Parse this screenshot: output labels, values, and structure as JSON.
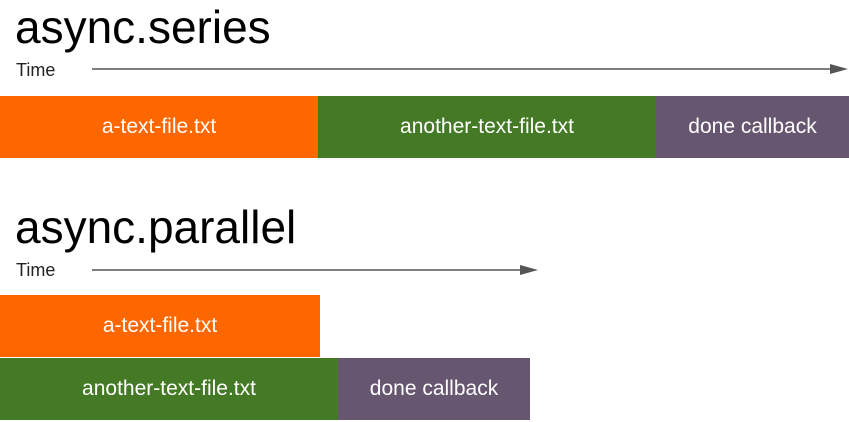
{
  "series": {
    "title": "async.series",
    "time_label": "Time",
    "blocks": [
      {
        "label": "a-text-file.txt",
        "color": "#fe6600"
      },
      {
        "label": "another-text-file.txt",
        "color": "#447926"
      },
      {
        "label": "done callback",
        "color": "#67566f"
      }
    ]
  },
  "parallel": {
    "title": "async.parallel",
    "time_label": "Time",
    "blocks": [
      {
        "label": "a-text-file.txt",
        "color": "#fe6600"
      },
      {
        "label": "another-text-file.txt",
        "color": "#447926"
      },
      {
        "label": "done callback",
        "color": "#67566f"
      }
    ]
  },
  "arrow_color": "#555555"
}
